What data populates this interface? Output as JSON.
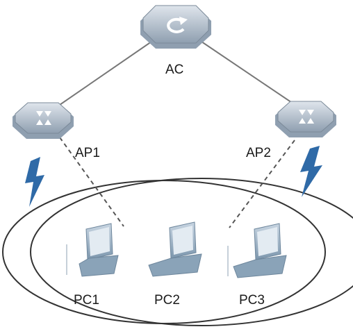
{
  "nodes": {
    "ac": {
      "label": "AC",
      "kind": "access-controller",
      "icon": "refresh-arrow-icon"
    },
    "ap1": {
      "label": "AP1",
      "kind": "access-point",
      "icon": "access-point-arrows-icon"
    },
    "ap2": {
      "label": "AP2",
      "kind": "access-point",
      "icon": "access-point-arrows-icon"
    },
    "pc1": {
      "label": "PC1",
      "kind": "laptop",
      "icon": "laptop-icon"
    },
    "pc2": {
      "label": "PC2",
      "kind": "laptop",
      "icon": "laptop-icon"
    },
    "pc3": {
      "label": "PC3",
      "kind": "laptop",
      "icon": "laptop-icon"
    }
  },
  "links": [
    {
      "from": "ac",
      "to": "ap1",
      "style": "solid"
    },
    {
      "from": "ac",
      "to": "ap2",
      "style": "solid"
    },
    {
      "from": "ap1",
      "to": "pc1",
      "style": "dashed"
    },
    {
      "from": "ap2",
      "to": "pc3",
      "style": "dashed"
    }
  ],
  "wireless_indicators": [
    {
      "node": "ap1",
      "icon": "lightning-icon"
    },
    {
      "node": "ap2",
      "icon": "lightning-icon"
    }
  ],
  "coverage_areas": [
    {
      "node": "ap1",
      "shape": "ellipse"
    },
    {
      "node": "ap2",
      "shape": "ellipse"
    }
  ],
  "colors": {
    "device_fill": "#a9b7c4",
    "device_top": "#d6dee6",
    "laptop_fill": "#8fa8bd",
    "wireless": "#2f6aa7",
    "line": "#777777",
    "coverage": "#333333"
  }
}
